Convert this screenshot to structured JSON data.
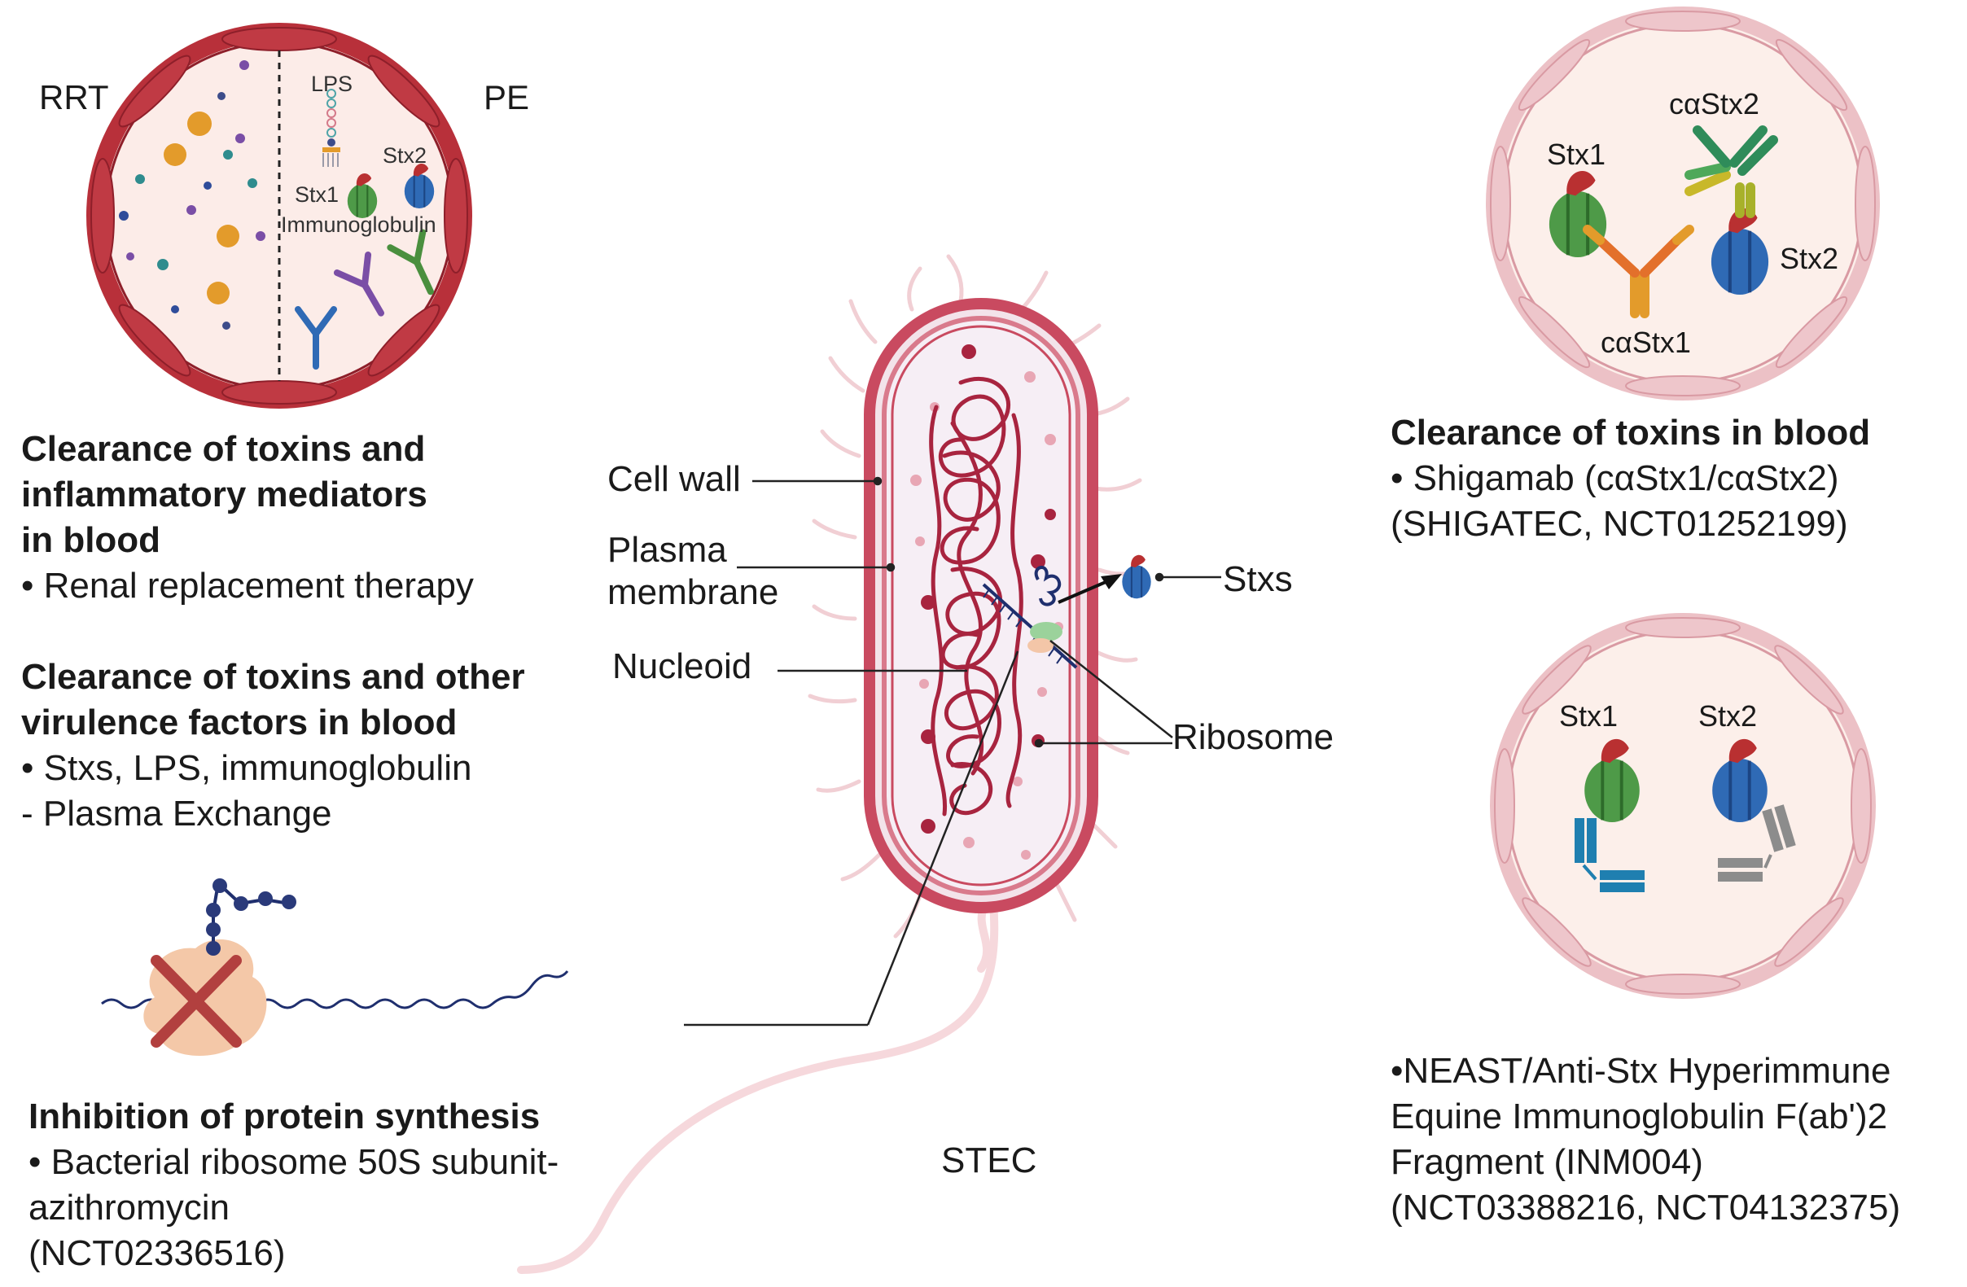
{
  "rrt_pe_panel": {
    "left_label": "RRT",
    "right_label": "PE",
    "lps_label": "LPS",
    "stx2_label": "Stx2",
    "stx1_label": "Stx1",
    "immunoglobulin_label": "Immunoglobulin"
  },
  "rrt_text": {
    "heading_lines": [
      "Clearance of  toxins and",
      "inflammatory mediators",
      "in blood"
    ],
    "bullet": "• Renal replacement therapy"
  },
  "pe_text": {
    "heading_lines": [
      "Clearance of  toxins and other",
      "virulence factors in blood"
    ],
    "bullet": "• Stxs, LPS, immunoglobulin",
    "sub_item": "- Plasma Exchange"
  },
  "protein_synthesis_text": {
    "heading": "Inhibition of protein synthesis",
    "lines": [
      "• Bacterial ribosome 50S subunit-",
      "azithromycin",
      "(NCT02336516)"
    ]
  },
  "bacterium": {
    "cell_wall_label": "Cell wall",
    "plasma_membrane_lines": [
      "Plasma",
      "membrane"
    ],
    "nucleoid_label": "Nucleoid",
    "stxs_label": "Stxs",
    "ribosome_label": "Ribosome",
    "caption": "STEC"
  },
  "antibody_panel_top": {
    "stx1_label": "Stx1",
    "castx2_label": "cαStx2",
    "stx2_label": "Stx2",
    "castx1_label": "cαStx1"
  },
  "antibody_panel_top_text": {
    "heading": "Clearance of  toxins in  blood",
    "lines": [
      "• Shigamab (cαStx1/cαStx2)",
      "(SHIGATEC, NCT01252199)"
    ]
  },
  "antibody_panel_bottom": {
    "stx1_label": "Stx1",
    "stx2_label": "Stx2"
  },
  "antibody_panel_bottom_text": {
    "lines": [
      "•NEAST/Anti-Stx Hyperimmune",
      "Equine Immunoglobulin F(ab')2",
      "Fragment (INM004)",
      "(NCT03388216, NCT04132375)"
    ]
  },
  "colors": {
    "vessel_red": "#b8303a",
    "vessel_pink": "#ecc1c6",
    "cell_wall": "#c94a60",
    "dna": "#a8243f",
    "stx_green": "#4e9a48",
    "stx_blue": "#2f6ab5",
    "stx_cap": "#b93031"
  }
}
